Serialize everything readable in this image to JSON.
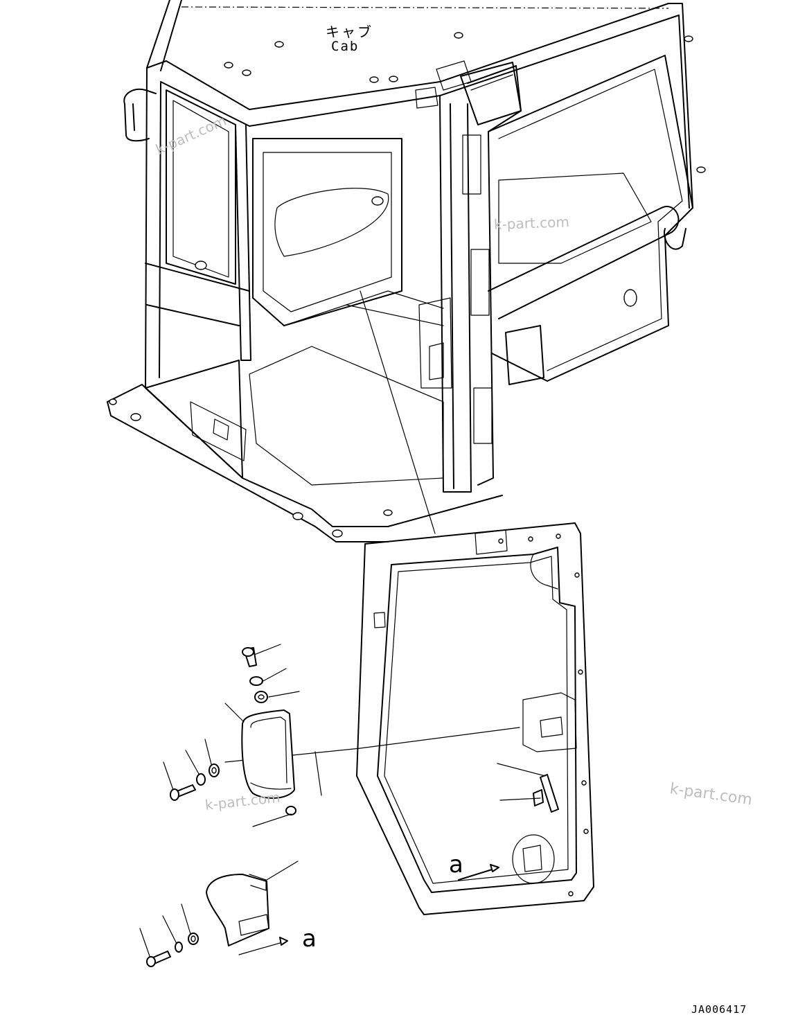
{
  "title_jp": "キャブ",
  "title_en": "Cab",
  "view_marker": "a",
  "view_marker_callout": "a",
  "drawing_number": "JA006417",
  "watermarks": [
    "k-part.com",
    "k-part.com",
    "k-part.com",
    "k-part.com"
  ]
}
